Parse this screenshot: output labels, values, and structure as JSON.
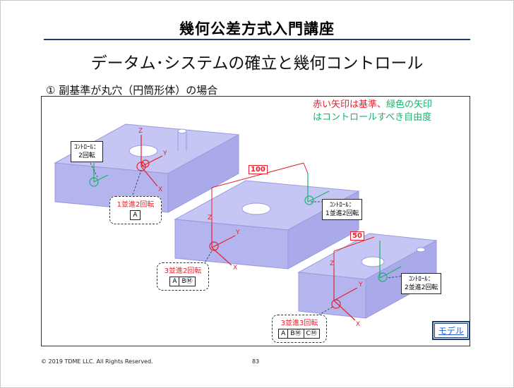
{
  "header": {
    "title": "幾何公差方式入門講座"
  },
  "slide": {
    "subtitle": "データム･システムの確立と幾何コントロール",
    "case_label": "① 副基準が丸穴（円筒形体）の場合",
    "legend": {
      "line1": "赤い矢印は基準、",
      "line1_green": "緑色の矢印",
      "line2": "はコントロールすべき自由度"
    },
    "colors": {
      "red": "#e8202a",
      "green": "#19b36b",
      "block": "#b9b9f0",
      "navy": "#1f3b73"
    }
  },
  "figure": {
    "callout1": {
      "line1": "ｺﾝﾄﾛｰﾙ：",
      "line2": "2回転"
    },
    "callout2": {
      "line1": "ｺﾝﾄﾛｰﾙ：",
      "line2": "1並進2回転"
    },
    "callout3": {
      "line1": "ｺﾝﾄﾛｰﾙ：",
      "line2": "2並進2回転"
    },
    "ref1": {
      "label": "1並進2回転",
      "boxes": [
        "A"
      ]
    },
    "ref2": {
      "label": "3並進2回転",
      "boxes": [
        "A",
        "BⓂ"
      ]
    },
    "ref3": {
      "label": "3並進3回転",
      "boxes": [
        "A",
        "BⓂ",
        "CⓂ"
      ]
    },
    "dim1": "100",
    "dim2": "50",
    "axis_x": "X",
    "axis_y": "Y",
    "axis_z": "Z"
  },
  "model_button": "モデル",
  "footer": {
    "copyright": "© 2019 TDME LLC. All Rights Reserved.",
    "page": "83"
  }
}
